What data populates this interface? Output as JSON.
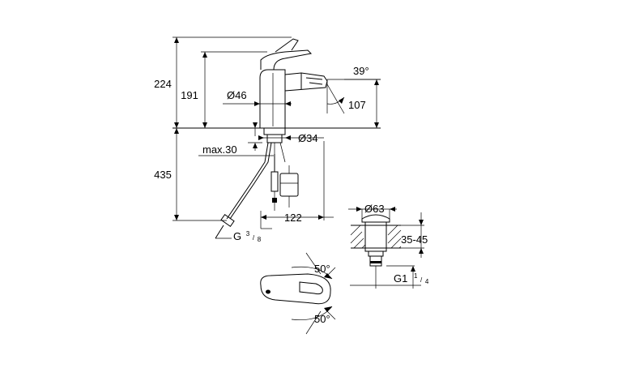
{
  "drawing": {
    "dimensions": {
      "total_height": "224",
      "spout_height": "191",
      "body_diameter": "Ø46",
      "lever_angle": "39°",
      "outlet_height": "107",
      "base_diameter": "Ø34",
      "max_thickness": "max.30",
      "hose_length": "435",
      "hose_offset": "122",
      "hose_thread": "G",
      "hose_thread_num": "3",
      "hose_thread_den": "8",
      "waste_diameter": "Ø63",
      "waste_range": "35-45",
      "waste_thread": "G1",
      "waste_thread_num": "1",
      "waste_thread_den": "4",
      "swivel_angle_top": "50°",
      "swivel_angle_bottom": "50°"
    }
  }
}
